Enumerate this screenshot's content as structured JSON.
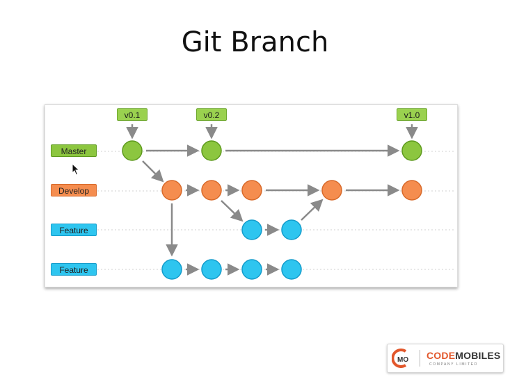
{
  "slide": {
    "title": "Git Branch"
  },
  "lanes": [
    {
      "label": "Master",
      "role": "master"
    },
    {
      "label": "Develop",
      "role": "develop"
    },
    {
      "label": "Feature",
      "role": "feature"
    },
    {
      "label": "Feature",
      "role": "feature"
    }
  ],
  "tags": [
    "v0.1",
    "v0.2",
    "v1.0"
  ],
  "colors": {
    "master_fill": "#8cc63f",
    "master_stroke": "#5e9a1e",
    "develop_fill": "#f58d4f",
    "develop_stroke": "#d86a2a",
    "feature_fill": "#2ec5ef",
    "feature_stroke": "#139ccb",
    "tag_fill": "#9ad14f",
    "arrow": "#8a8a8a",
    "lane_line": "#d0d0d0"
  },
  "logo": {
    "mark": "MO",
    "name_part1": "CODE",
    "name_part2": "MOBILES",
    "subtitle": "COMPANY LIMITED",
    "accent": "#e2572b",
    "dark": "#333333"
  }
}
